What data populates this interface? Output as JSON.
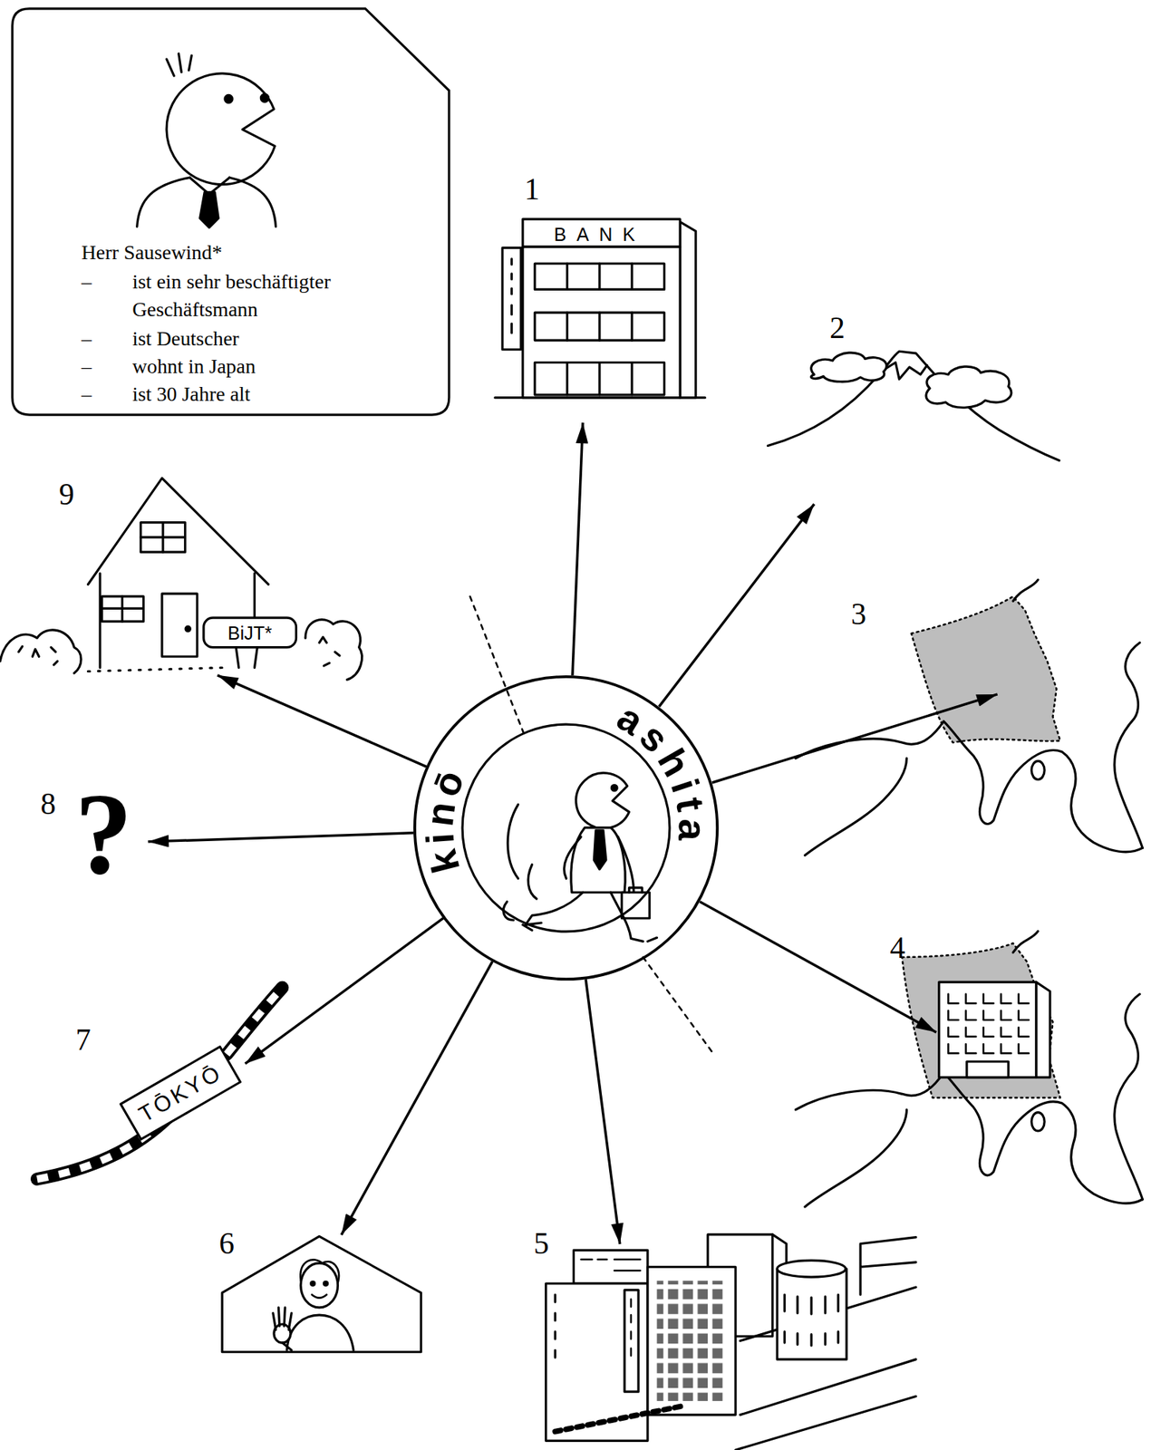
{
  "diagram": {
    "nodes": [
      {
        "text": [
          "Herr Sausewind*",
          "–",
          "ist ein sehr beschäftigter Geschäftsmann",
          "–",
          "ist Deutscher",
          "–",
          "wohnt in Japan",
          "–",
          "ist 30 Jahre alt"
        ]
      },
      {
        "text": [
          "kinō",
          "ashita"
        ]
      },
      {
        "text": [
          "1",
          "BANK"
        ]
      },
      {
        "text": [
          "2"
        ]
      },
      {
        "text": [
          "3"
        ]
      },
      {
        "text": [
          "4"
        ]
      },
      {
        "text": [
          "5"
        ]
      },
      {
        "text": [
          "6"
        ]
      },
      {
        "text": [
          "7",
          "TŌKYŌ"
        ]
      },
      {
        "text": [
          "8",
          "?"
        ]
      },
      {
        "text": [
          "9",
          "BiJT*"
        ]
      }
    ],
    "edges": [
      {
        "from": 1,
        "to": 2,
        "arrow": "to"
      },
      {
        "from": 1,
        "to": 3,
        "arrow": "to"
      },
      {
        "from": 1,
        "to": 4,
        "arrow": "to"
      },
      {
        "from": 1,
        "to": 5,
        "arrow": "to"
      },
      {
        "from": 1,
        "to": 6,
        "arrow": "to"
      },
      {
        "from": 1,
        "to": 7,
        "arrow": "to"
      },
      {
        "from": 1,
        "to": 8,
        "arrow": "to"
      },
      {
        "from": 1,
        "to": 9,
        "arrow": "to"
      },
      {
        "from": 1,
        "to": 10,
        "arrow": "to"
      }
    ]
  }
}
